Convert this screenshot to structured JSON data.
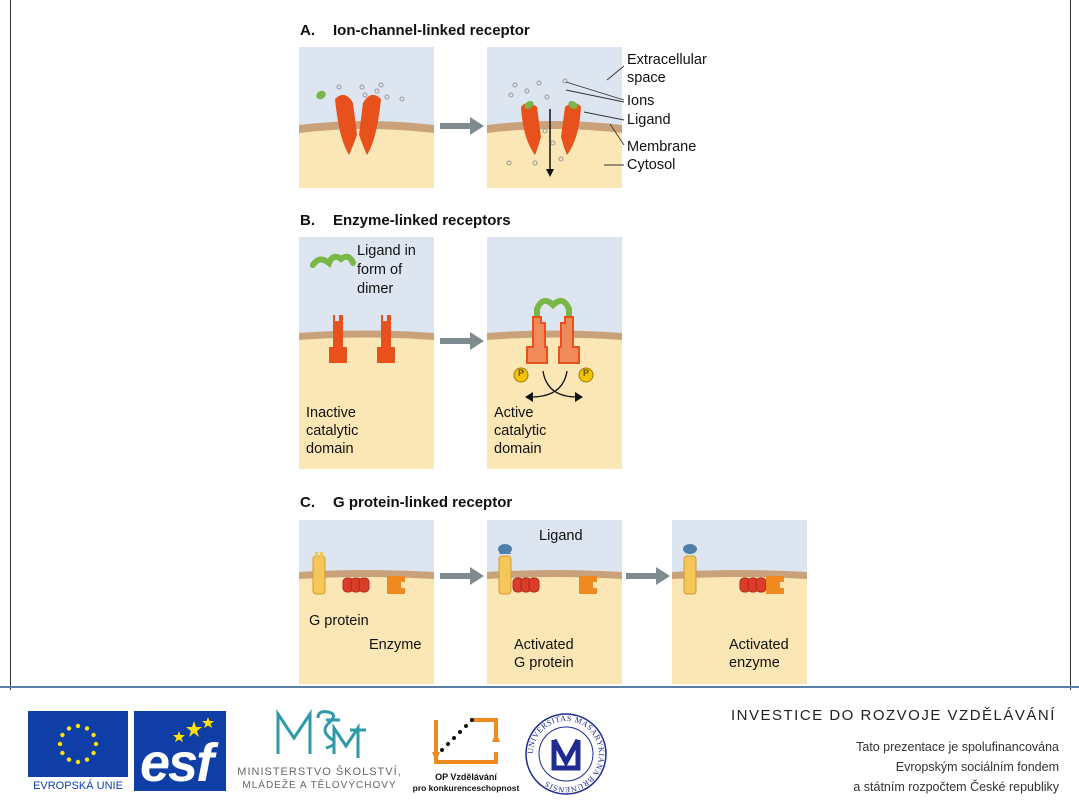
{
  "sections": {
    "a": {
      "letter": "A.",
      "title": "Ion-channel-linked receptor",
      "labels": {
        "extracellular": "Extracellular",
        "space": "space",
        "ions": "Ions",
        "ligand": "Ligand",
        "membrane": "Membrane",
        "cytosol": "Cytosol"
      }
    },
    "b": {
      "letter": "B.",
      "title": "Enzyme-linked receptors",
      "labels": {
        "ligand_l1": "Ligand in",
        "ligand_l2": "form of",
        "ligand_l3": "dimer",
        "inactive_l1": "Inactive",
        "inactive_l2": "catalytic",
        "inactive_l3": "domain",
        "active_l1": "Active",
        "active_l2": "catalytic",
        "active_l3": "domain",
        "p": "P"
      }
    },
    "c": {
      "letter": "C.",
      "title": "G protein-linked receptor",
      "labels": {
        "ligand": "Ligand",
        "g_protein": "G protein",
        "enzyme": "Enzyme",
        "activated_l1": "Activated",
        "activated_l2": "G protein",
        "act_enzyme_l1": "Activated",
        "act_enzyme_l2": "enzyme"
      }
    }
  },
  "footer": {
    "eu_label": "EVROPSKÁ UNIE",
    "esf_label": "esf",
    "msmt_line1": "MINISTERSTVO ŠKOLSTVÍ,",
    "msmt_line2": "MLÁDEŽE A TĚLOVÝCHOVY",
    "op_line1": "OP Vzdělávání",
    "op_line2": "pro konkurenceschopnost",
    "muni_ring": "UNIVERSITAS MASARYKIANA BRUNENSIS",
    "headline": "INVESTICE DO ROZVOJE VZDĚLÁVÁNÍ",
    "line1": "Tato prezentace je spolufinancována",
    "line2": "Evropským sociálním fondem",
    "line3": "a státním rozpočtem České republiky"
  },
  "colors": {
    "extracellular": "#dde5f0",
    "cytosol": "#fbe7b5",
    "membrane": "#c9a27c",
    "receptor_red": "#e8501c",
    "ligand_green": "#7ab648",
    "arrow_gray": "#7e8c8f",
    "enzyme_orange": "#f08a1e",
    "gprotein_red": "#dc3c28",
    "gpcr_yellow": "#f5c65a",
    "eu_blue": "#0f3fa6",
    "eu_star": "#ffe000",
    "divider": "#5c7da6"
  }
}
